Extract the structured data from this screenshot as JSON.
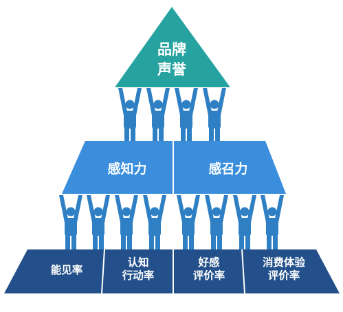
{
  "pyramid": {
    "top": {
      "lines": [
        "品牌",
        "声誉"
      ]
    },
    "middle": [
      {
        "label": "感知力"
      },
      {
        "label": "感召力"
      }
    ],
    "bottom": [
      {
        "lines": [
          "能见率"
        ]
      },
      {
        "lines": [
          "认知",
          "行动率"
        ]
      },
      {
        "lines": [
          "好感",
          "评价率"
        ]
      },
      {
        "lines": [
          "消费体验",
          "评价率"
        ]
      }
    ]
  },
  "colors": {
    "top_block": "#26a3a0",
    "middle_block": "#3a8edc",
    "bottom_block": "#23508a",
    "figures": "#2e7fc4",
    "divider": "#ffffff"
  },
  "icons": {
    "figure": "person-arms-raised-icon"
  }
}
